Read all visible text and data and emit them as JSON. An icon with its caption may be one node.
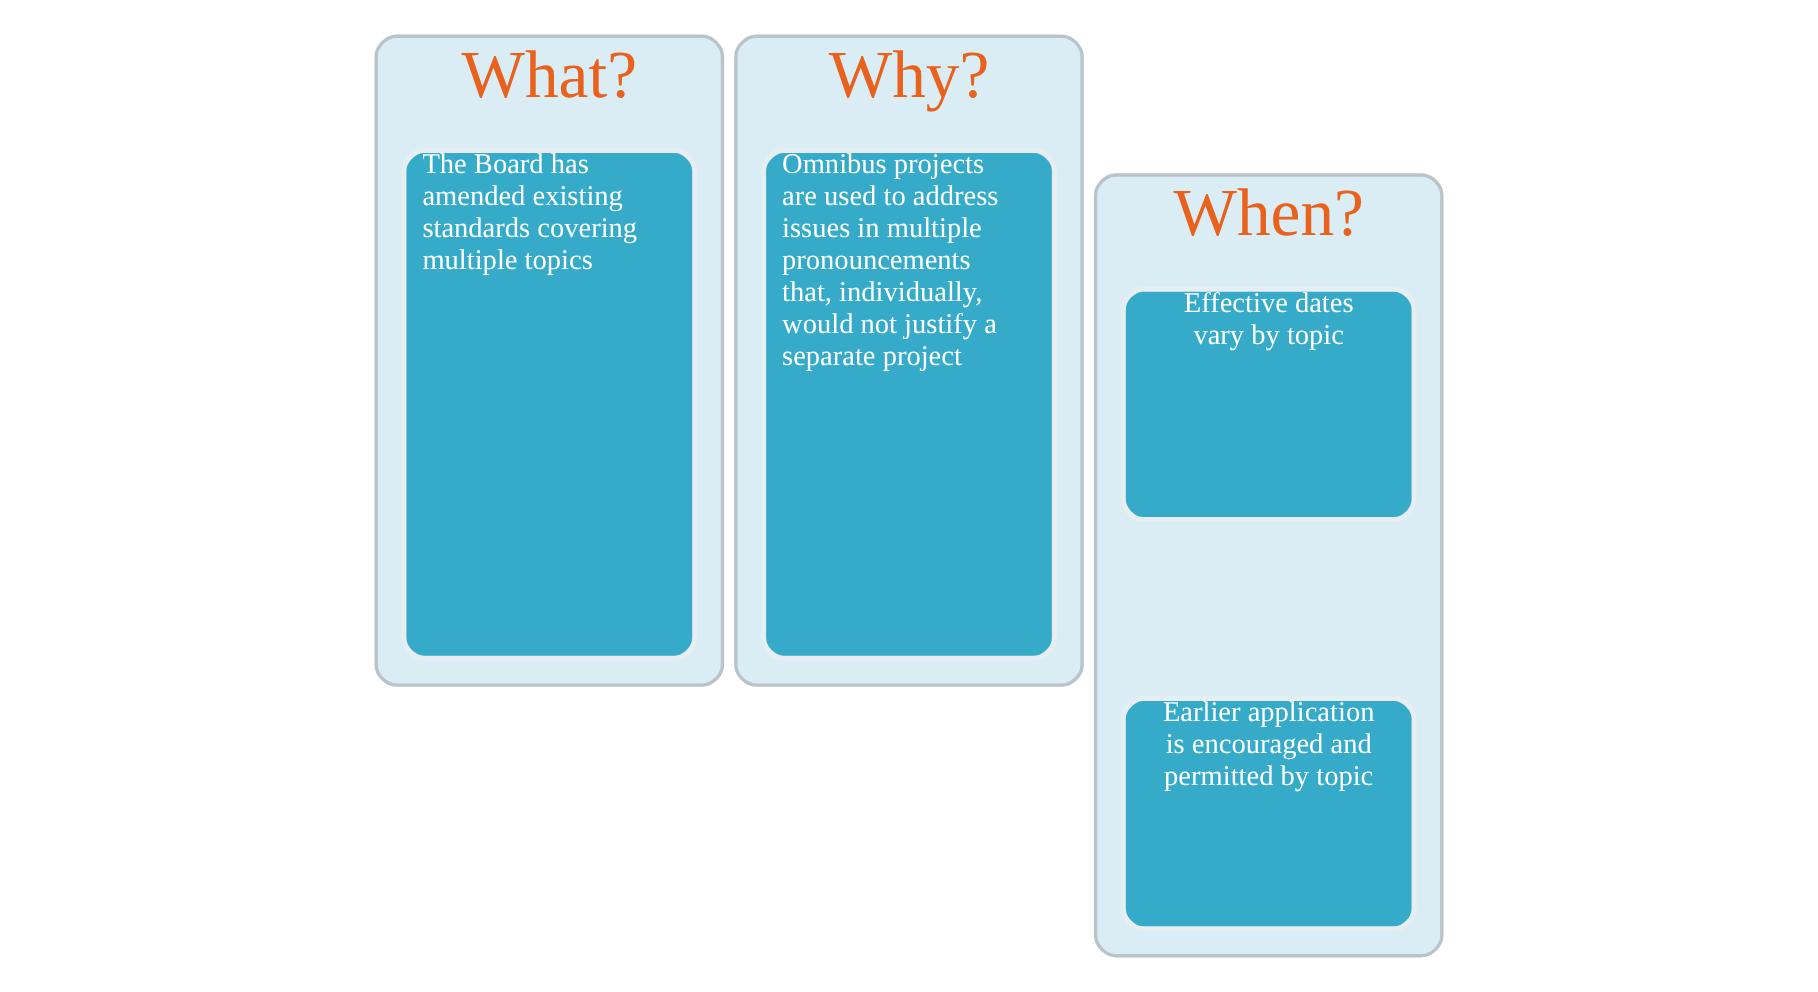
{
  "diagram": {
    "nodes": [
      {
        "text": [
          "What?"
        ]
      },
      {
        "text": [
          "The Board has amended existing standards covering multiple topics"
        ],
        "in": 0
      },
      {
        "text": [
          "Why?"
        ]
      },
      {
        "text": [
          "Omnibus projects are used to address issues in multiple pronouncements that, individually, would not justify a separate project"
        ],
        "in": 2
      },
      {
        "text": [
          "When?"
        ]
      },
      {
        "text": [
          "Effective dates vary by topic"
        ],
        "in": 4
      },
      {
        "text": [
          "Earlier application is encouraged and permitted by topic"
        ],
        "in": 4
      }
    ]
  }
}
